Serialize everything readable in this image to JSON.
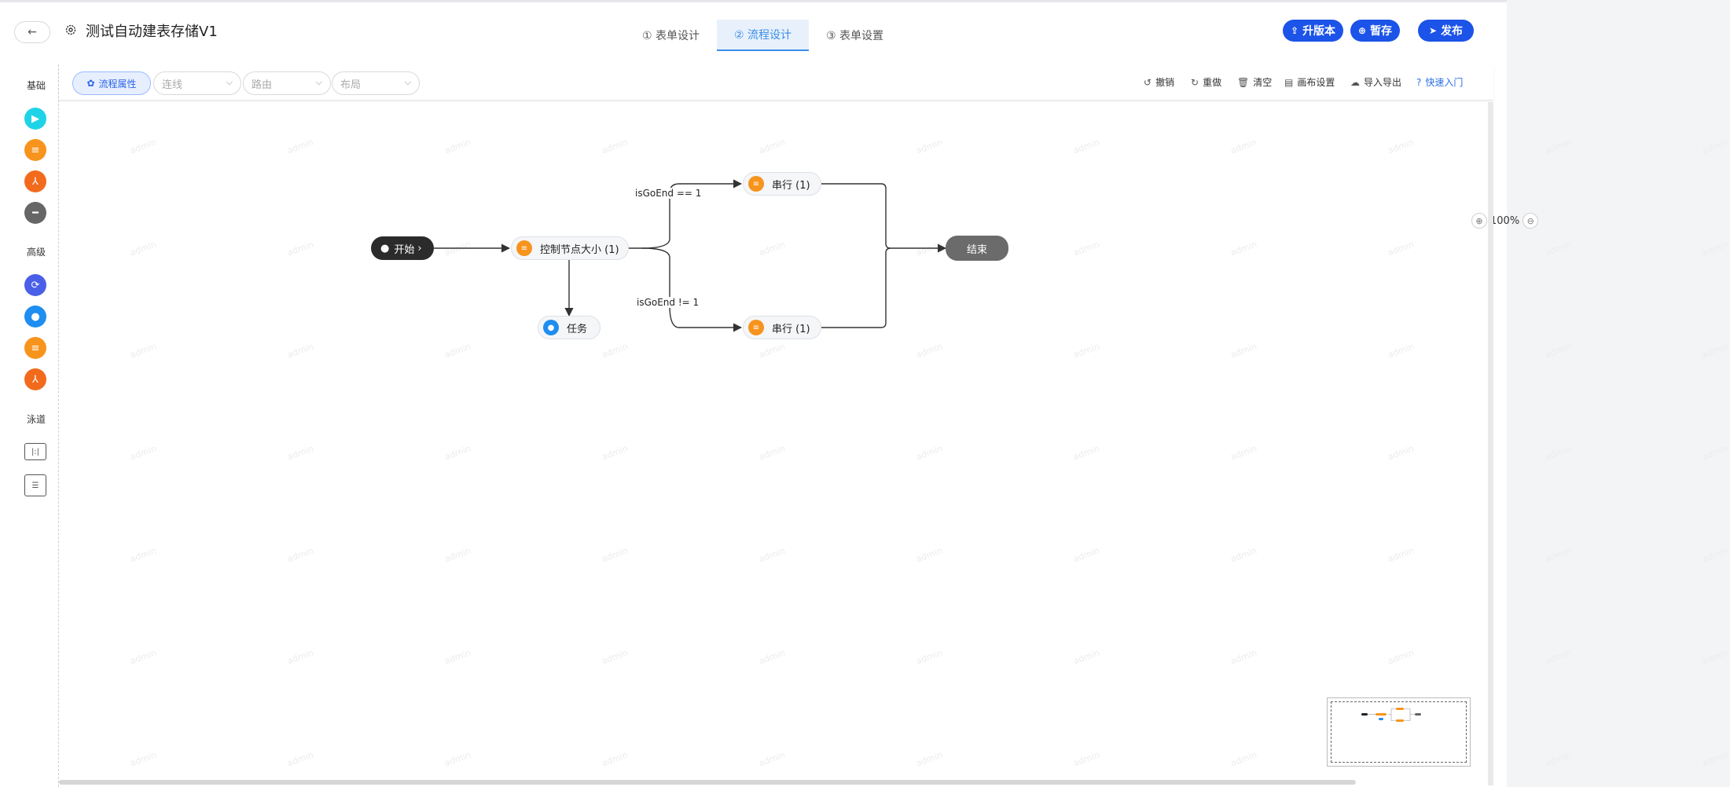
{
  "header": {
    "back_label": "←",
    "title": "测试自动建表存储V1",
    "tabs": [
      {
        "label": "① 表单设计"
      },
      {
        "label": "② 流程设计"
      },
      {
        "label": "③ 表单设置"
      }
    ],
    "active_tab": 1,
    "buttons": {
      "upgrade": "升版本",
      "save_draft": "暂存",
      "publish": "发布"
    },
    "accent": "#1c53e8"
  },
  "sidebar": {
    "groups": [
      {
        "label": "基础"
      },
      {
        "label": "高级"
      },
      {
        "label": "泳道"
      }
    ]
  },
  "toolbar": {
    "process_props": "流程属性",
    "selects": [
      {
        "placeholder": "连线"
      },
      {
        "placeholder": "路由"
      },
      {
        "placeholder": "布局"
      }
    ],
    "actions": [
      {
        "label": "撤销",
        "icon": "undo-icon"
      },
      {
        "label": "重做",
        "icon": "redo-icon"
      },
      {
        "label": "清空",
        "icon": "trash-icon"
      },
      {
        "label": "画布设置",
        "icon": "canvas-settings-icon"
      },
      {
        "label": "导入导出",
        "icon": "cloud-icon"
      },
      {
        "label": "快速入门",
        "icon": "help-icon"
      }
    ]
  },
  "canvas": {
    "zoom": "100%",
    "nodes": {
      "start": "开始",
      "control": "控制节点大小 (1)",
      "task": "任务",
      "serial_top": "串行 (1)",
      "serial_bottom": "串行 (1)",
      "end": "结束"
    },
    "edge_labels": {
      "top": "isGoEnd == 1",
      "bottom": "isGoEnd != 1"
    },
    "watermark": "admin"
  }
}
